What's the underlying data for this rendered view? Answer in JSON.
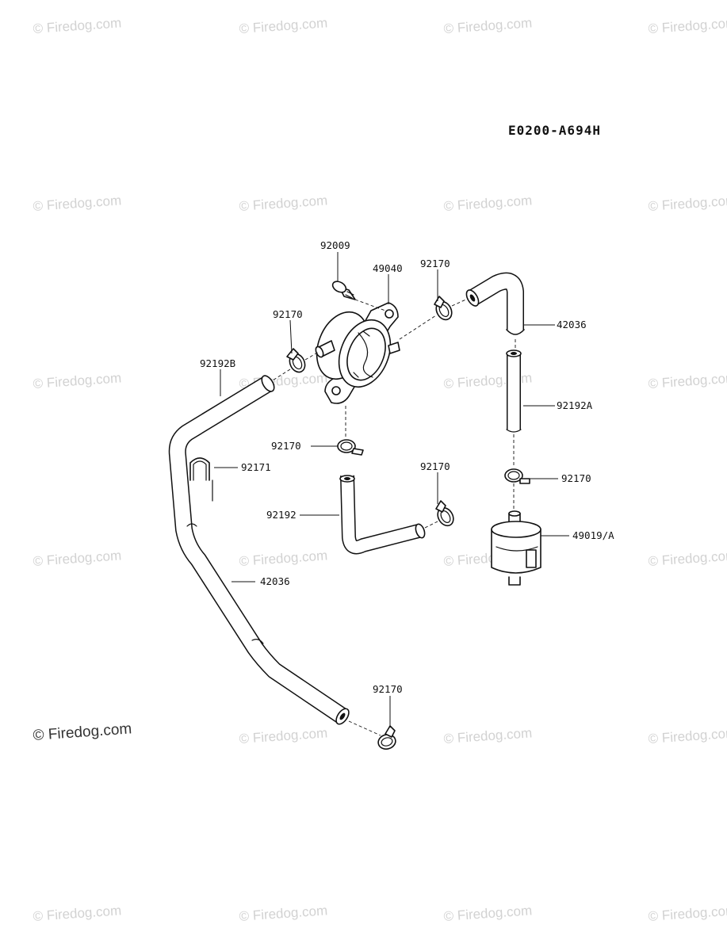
{
  "watermark": {
    "text": "© Firedog.com",
    "main_text": "© Firedog.com"
  },
  "diagram_code": "E0200-A694H",
  "part_numbers": {
    "screw": "92009",
    "fuel_pump": "49040",
    "clamp_pump_outlet": "92170",
    "clamp_pump_inlet": "92170",
    "hose_long": "92192B",
    "clamp_lower_pump": "92170",
    "holder": "92171",
    "hose_bent": "92192",
    "clamp_bent_hose": "92170",
    "fuel_hose_long": "42036",
    "clamp_bottom": "92170",
    "fuel_hose_top": "42036",
    "hose_straight": "92192A",
    "clamp_filter": "92170",
    "fuel_filter": "49019/A"
  }
}
